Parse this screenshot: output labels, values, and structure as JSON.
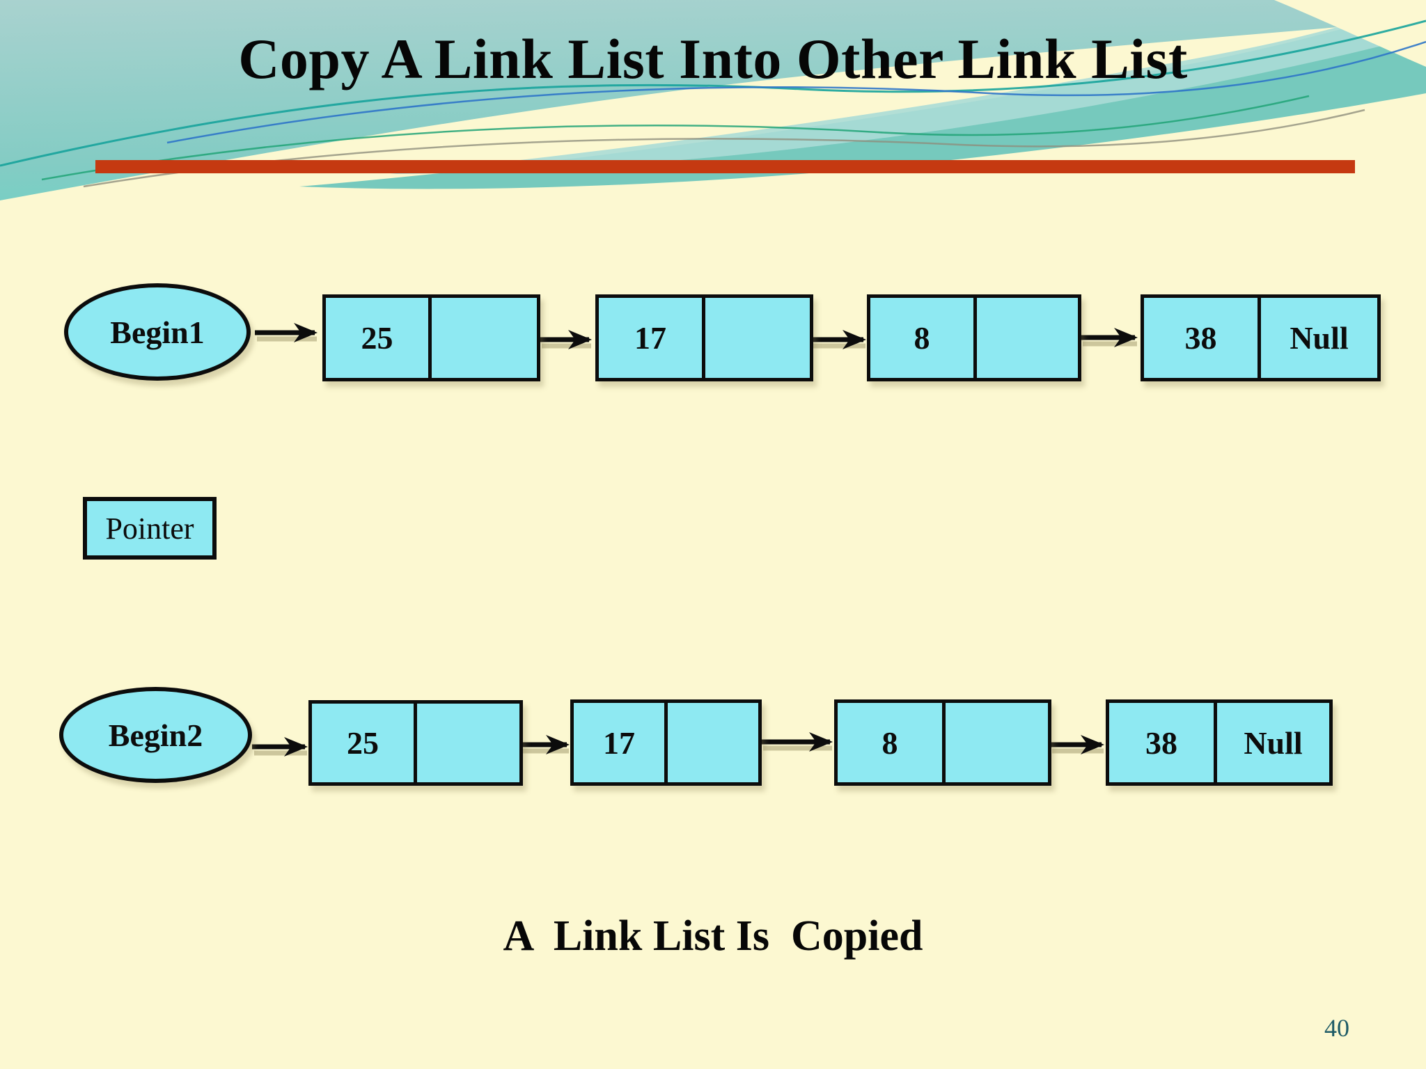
{
  "slide": {
    "title": "Copy A Link List Into Other Link List",
    "caption": "A  Link List Is  Copied",
    "page_number": "40"
  },
  "pointer_box": {
    "label": "Pointer"
  },
  "lists": [
    {
      "head": "Begin1",
      "nodes": [
        {
          "data": "25",
          "next": ""
        },
        {
          "data": "17",
          "next": ""
        },
        {
          "data": "8",
          "next": ""
        },
        {
          "data": "38",
          "next": "Null"
        }
      ]
    },
    {
      "head": "Begin2",
      "nodes": [
        {
          "data": "25",
          "next": ""
        },
        {
          "data": "17",
          "next": ""
        },
        {
          "data": "8",
          "next": ""
        },
        {
          "data": "38",
          "next": "Null"
        }
      ]
    }
  ],
  "colors": {
    "background_cream": "#FCF8D1",
    "header_teal_top": "#A9D2CF",
    "header_teal_deep": "#5ED4C2",
    "accent_bar_red": "#C53911",
    "node_fill_cyan": "#8EE9F2",
    "outline_black": "#0C0C0C",
    "page_number_teal": "#1E5B66"
  }
}
